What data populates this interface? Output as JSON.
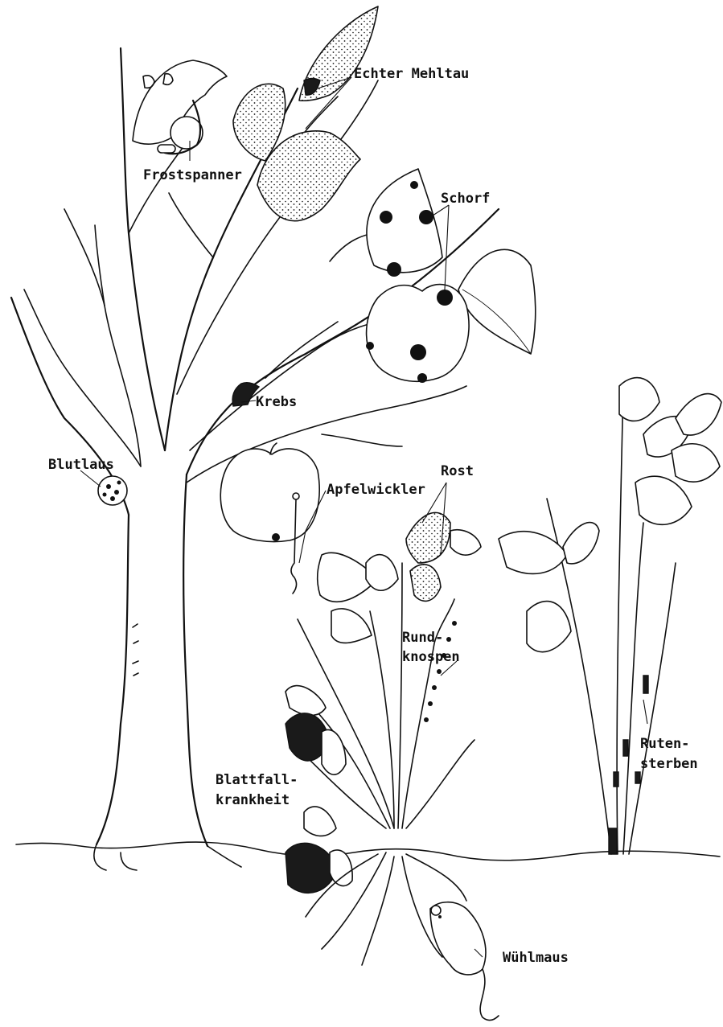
{
  "labels": {
    "echter_mehltau": "Echter Mehltau",
    "frostspanner": "Frostspanner",
    "schorf": "Schorf",
    "krebs": "Krebs",
    "blutlaus": "Blutlaus",
    "apfelwickler": "Apfelwickler",
    "rost": "Rost",
    "rundknospen_1": "Rund-",
    "rundknospen_2": "knospen",
    "blattfall_1": "Blattfall-",
    "blattfall_2": "krankheit",
    "rutensterben_1": "Ruten-",
    "rutensterben_2": "sterben",
    "wuehlmaus": "Wühlmaus"
  },
  "colors": {
    "ink": "#111111",
    "paper": "#ffffff"
  }
}
